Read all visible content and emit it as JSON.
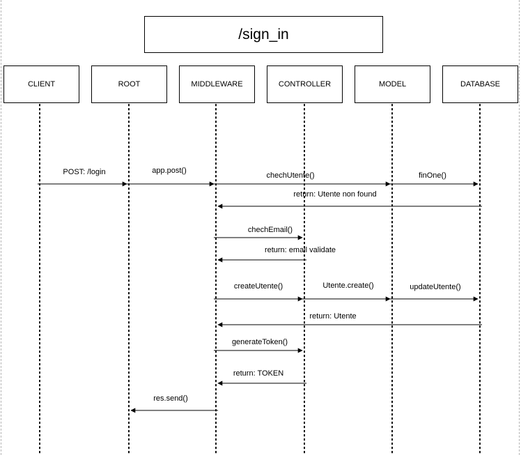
{
  "diagram": {
    "title": "/sign_in",
    "actors": [
      "CLIENT",
      "ROOT",
      "MIDDLEWARE",
      "CONTROLLER",
      "MODEL",
      "DATABASE"
    ],
    "messages": [
      {
        "label": "POST: /login",
        "from": "CLIENT",
        "to": "ROOT",
        "kind": "call"
      },
      {
        "label": "app.post()",
        "from": "ROOT",
        "to": "MIDDLEWARE",
        "kind": "call"
      },
      {
        "label": "chechUtente()",
        "from": "MIDDLEWARE",
        "to": "MODEL",
        "kind": "call"
      },
      {
        "label": "finOne()",
        "from": "MODEL",
        "to": "DATABASE",
        "kind": "call"
      },
      {
        "label": "return: Utente non found",
        "from": "DATABASE",
        "to": "MIDDLEWARE",
        "kind": "return"
      },
      {
        "label": "chechEmail()",
        "from": "MIDDLEWARE",
        "to": "CONTROLLER",
        "kind": "call"
      },
      {
        "label": "return: email validate",
        "from": "CONTROLLER",
        "to": "MIDDLEWARE",
        "kind": "return"
      },
      {
        "label": "createUtente()",
        "from": "MIDDLEWARE",
        "to": "CONTROLLER",
        "kind": "call"
      },
      {
        "label": "Utente.create()",
        "from": "CONTROLLER",
        "to": "MODEL",
        "kind": "call"
      },
      {
        "label": "updateUtente()",
        "from": "MODEL",
        "to": "DATABASE",
        "kind": "call"
      },
      {
        "label": "return: Utente",
        "from": "DATABASE",
        "to": "MIDDLEWARE",
        "kind": "return"
      },
      {
        "label": "generateToken()",
        "from": "MIDDLEWARE",
        "to": "CONTROLLER",
        "kind": "call"
      },
      {
        "label": "return: TOKEN",
        "from": "CONTROLLER",
        "to": "MIDDLEWARE",
        "kind": "return"
      },
      {
        "label": "res.send()",
        "from": "MIDDLEWARE",
        "to": "ROOT",
        "kind": "return"
      }
    ]
  }
}
